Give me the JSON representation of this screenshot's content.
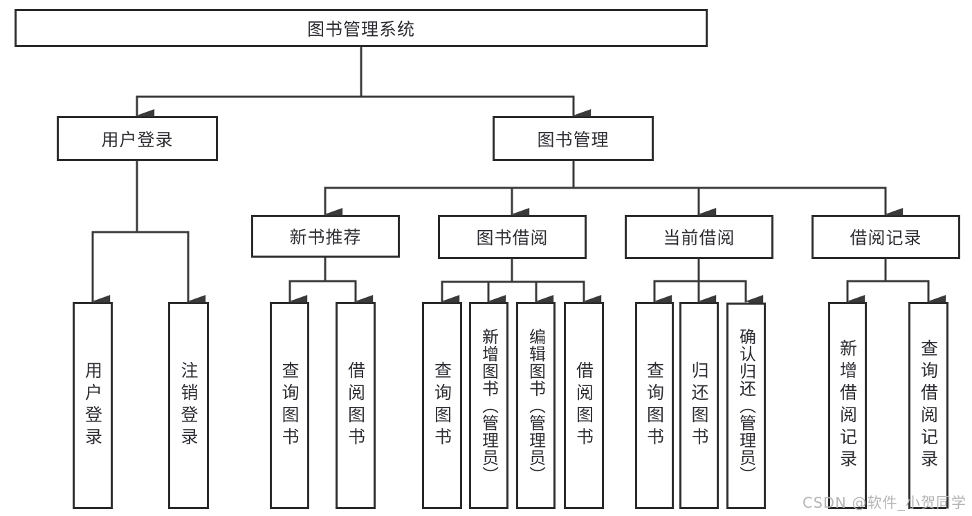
{
  "diagram": {
    "title": "图书管理系统",
    "watermark": "CSDN @软件_小贺同学",
    "colors": {
      "line": "#3a3a3a",
      "box_border": "#2e2e2e",
      "text": "#2d2d33",
      "watermark": "#b5b5b5",
      "background": "#ffffff"
    },
    "nodes": {
      "root": {
        "label": "图书管理系统"
      },
      "user_login": {
        "label": "用户登录",
        "parent": "图书管理系统"
      },
      "book_management": {
        "label": "图书管理",
        "parent": "图书管理系统"
      },
      "new_book_recommend": {
        "label": "新书推荐",
        "parent": "图书管理"
      },
      "book_borrow": {
        "label": "图书借阅",
        "parent": "图书管理"
      },
      "current_borrow": {
        "label": "当前借阅",
        "parent": "图书管理"
      },
      "borrow_record": {
        "label": "借阅记录",
        "parent": "图书管理"
      }
    },
    "leaves": [
      {
        "label": "用户登录",
        "parent": "用户登录"
      },
      {
        "label": "注销登录",
        "parent": "用户登录"
      },
      {
        "label": "查询图书",
        "parent": "新书推荐"
      },
      {
        "label": "借阅图书",
        "parent": "新书推荐"
      },
      {
        "label": "查询图书",
        "parent": "图书借阅"
      },
      {
        "label": "新增图书（管理员）",
        "parent": "图书借阅"
      },
      {
        "label": "编辑图书（管理员）",
        "parent": "图书借阅"
      },
      {
        "label": "借阅图书",
        "parent": "图书借阅"
      },
      {
        "label": "查询图书",
        "parent": "当前借阅"
      },
      {
        "label": "归还图书",
        "parent": "当前借阅"
      },
      {
        "label": "确认归还（管理员）",
        "parent": "当前借阅"
      },
      {
        "label": "新增借阅记录",
        "parent": "借阅记录"
      },
      {
        "label": "查询借阅记录",
        "parent": "借阅记录"
      }
    ]
  }
}
